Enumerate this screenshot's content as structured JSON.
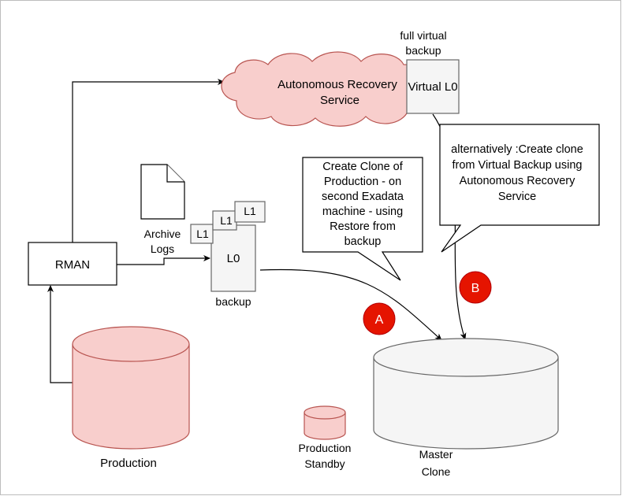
{
  "nodes": {
    "cloud": {
      "line1": "Autonomous Recovery",
      "line2": "Service"
    },
    "virtual_l0": {
      "label": "Virtual L0"
    },
    "full_virtual_backup": {
      "line1": "full virtual",
      "line2": "backup"
    },
    "rman": {
      "label": "RMAN"
    },
    "archive_logs": {
      "line1": "Archive",
      "line2": "Logs"
    },
    "backup_stack": {
      "l0": "L0",
      "l1a": "L1",
      "l1b": "L1",
      "l1c": "L1"
    },
    "backup_label": "backup",
    "production": {
      "label": "Production"
    },
    "production_standby": {
      "line1": "Production",
      "line2": "Standby"
    },
    "master_clone": {
      "line1": "Master",
      "line2": "Clone"
    }
  },
  "callouts": {
    "a": {
      "lines": [
        "Create Clone of",
        "Production - on",
        "second Exadata",
        "machine - using",
        "Restore from",
        "backup"
      ]
    },
    "b": {
      "lines": [
        "alternatively :Create clone",
        "from Virtual Backup using",
        "Autonomous Recovery",
        "Service"
      ]
    }
  },
  "badges": {
    "a": "A",
    "b": "B"
  },
  "colors": {
    "pink_fill": "#f8cecc",
    "pink_stroke": "#b85450",
    "gray_fill": "#f5f5f5",
    "gray_stroke": "#666666",
    "badge_red": "#e51400",
    "badge_stroke": "#b20000"
  }
}
